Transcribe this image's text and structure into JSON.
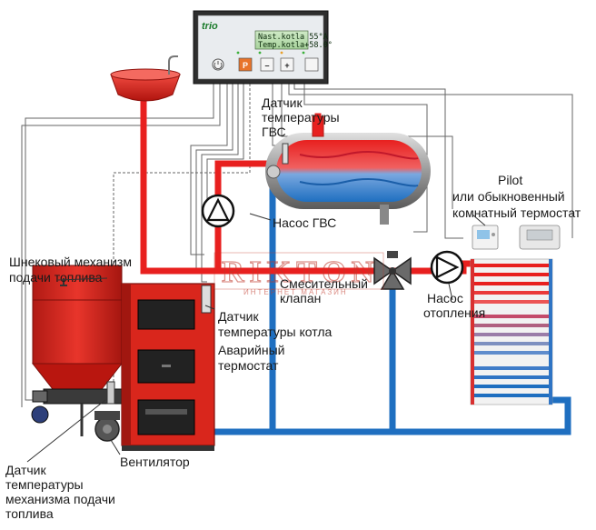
{
  "controller": {
    "brand": "trio",
    "lcd_line1": "Nast.kotla 55°A",
    "lcd_line2": "Temp.kotla+58.0°",
    "buttons": [
      "P",
      "–",
      "+"
    ]
  },
  "labels": {
    "dhw_sensor": [
      "Датчик",
      "температуры",
      "ГВС"
    ],
    "dhw_pump": "Насос ГВС",
    "pilot": [
      "Pilot",
      "или обыкновенный",
      "комнатный термостат"
    ],
    "auger": [
      "Шнековый механизм",
      "подачи топлива"
    ],
    "mixing_valve": [
      "Смесительный",
      "клапан"
    ],
    "heating_pump": [
      "Насос",
      "отопления"
    ],
    "boiler_sensor": [
      "Датчик",
      "температуры котла"
    ],
    "emergency_thermostat": [
      "Аварийный",
      "термостат"
    ],
    "fan": "Вентилятор",
    "feeder_sensor": [
      "Датчик",
      "температуры",
      "механизма подачи",
      "топлива"
    ]
  },
  "watermark": {
    "brand": "RIKTON",
    "subtitle": "ИНТЕРНЕТ МАГАЗИН"
  },
  "colors": {
    "hot": "#e8201f",
    "cold": "#1f6fc0",
    "boiler": "#d9261c",
    "wire": "#555555"
  }
}
